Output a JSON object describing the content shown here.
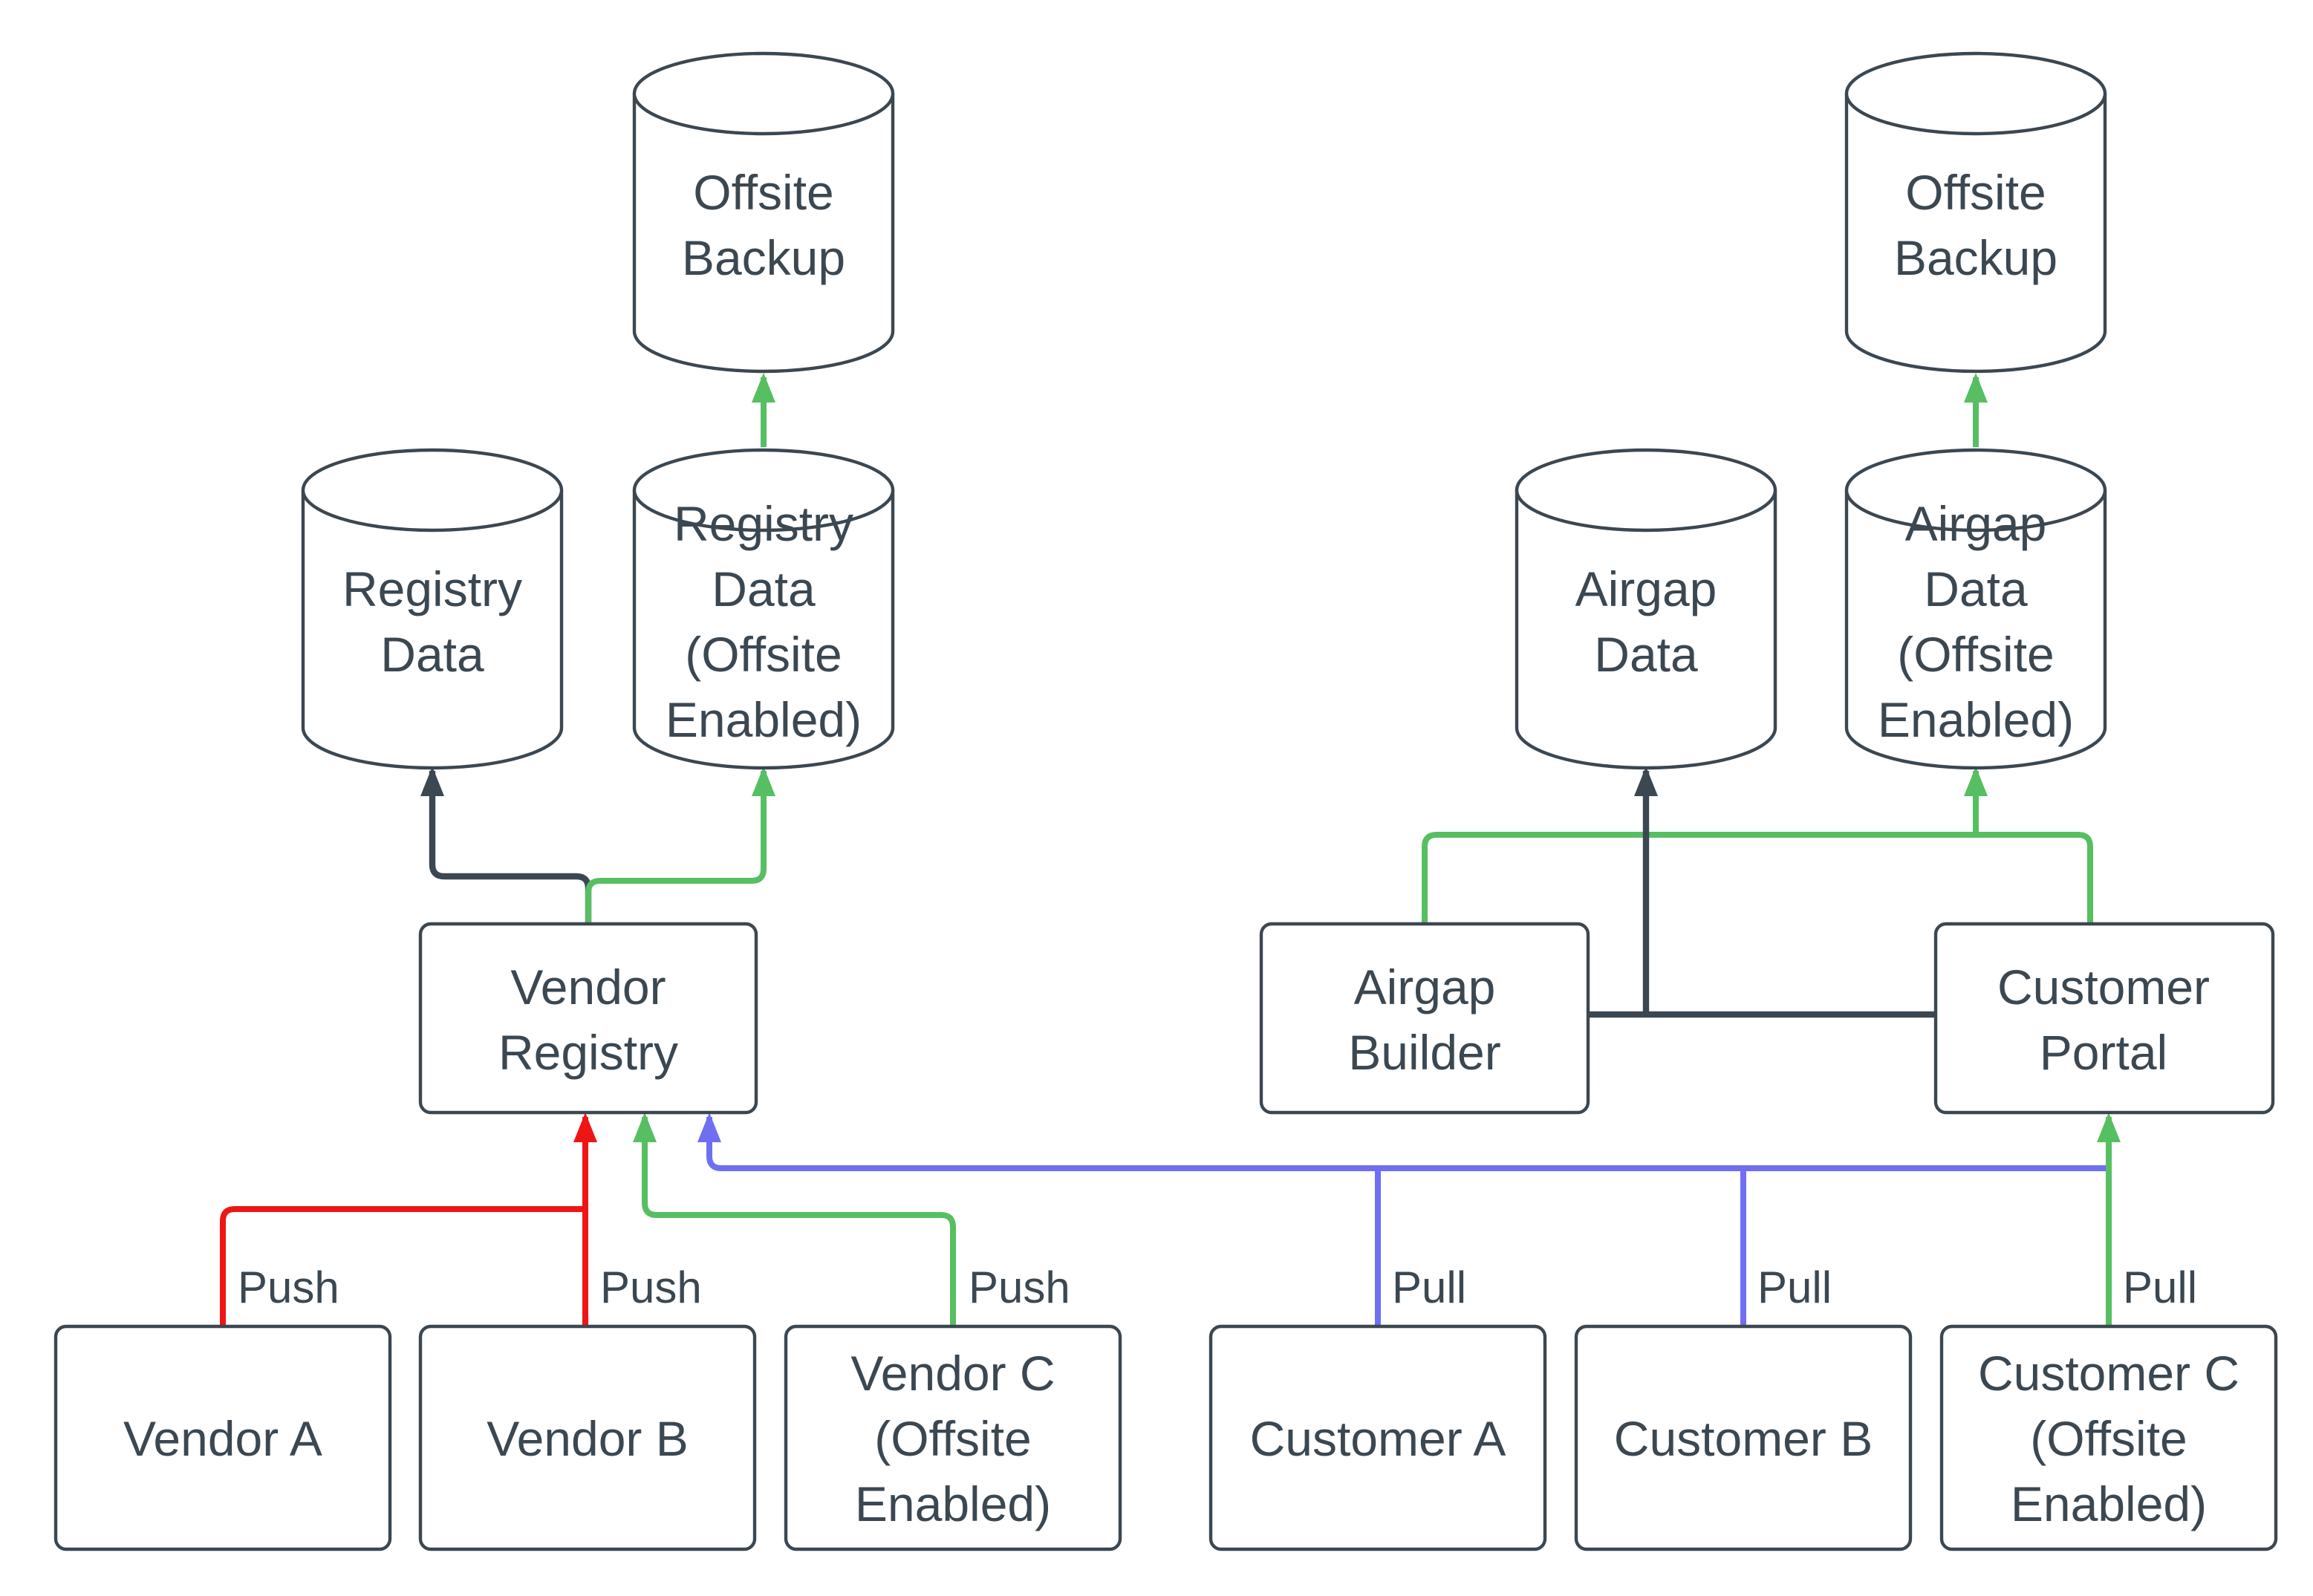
{
  "diagram": {
    "background": "#ffffff",
    "colors": {
      "node_stroke": "#3b4751",
      "node_text": "#3b4751",
      "dark_edge": "#3b4751",
      "red_edge": "#ee1515",
      "green_edge": "#56bf61",
      "blue_edge": "#6f6ff2"
    },
    "nodes": {
      "offsite_backup_left": {
        "type": "cylinder",
        "lines": [
          "Offsite",
          "Backup"
        ]
      },
      "offsite_backup_right": {
        "type": "cylinder",
        "lines": [
          "Offsite",
          "Backup"
        ]
      },
      "registry_data": {
        "type": "cylinder",
        "lines": [
          "Registry",
          "Data"
        ]
      },
      "registry_data_offsite": {
        "type": "cylinder",
        "lines": [
          "Registry",
          "Data",
          "(Offsite",
          "Enabled)"
        ]
      },
      "airgap_data": {
        "type": "cylinder",
        "lines": [
          "Airgap",
          "Data"
        ]
      },
      "airgap_data_offsite": {
        "type": "cylinder",
        "lines": [
          "Airgap",
          "Data",
          "(Offsite",
          "Enabled)"
        ]
      },
      "vendor_registry": {
        "type": "box",
        "lines": [
          "Vendor",
          "Registry"
        ]
      },
      "airgap_builder": {
        "type": "box",
        "lines": [
          "Airgap",
          "Builder"
        ]
      },
      "customer_portal": {
        "type": "box",
        "lines": [
          "Customer",
          "Portal"
        ]
      },
      "vendor_a": {
        "type": "box",
        "lines": [
          "Vendor A"
        ]
      },
      "vendor_b": {
        "type": "box",
        "lines": [
          "Vendor B"
        ]
      },
      "vendor_c": {
        "type": "box",
        "lines": [
          "Vendor C",
          "(Offsite",
          "Enabled)"
        ]
      },
      "customer_a": {
        "type": "box",
        "lines": [
          "Customer A"
        ]
      },
      "customer_b": {
        "type": "box",
        "lines": [
          "Customer B"
        ]
      },
      "customer_c": {
        "type": "box",
        "lines": [
          "Customer C",
          "(Offsite",
          "Enabled)"
        ]
      }
    },
    "edge_labels": {
      "vendor_a_push": "Push",
      "vendor_b_push": "Push",
      "vendor_c_push": "Push",
      "customer_a_pull": "Pull",
      "customer_b_pull": "Pull",
      "customer_c_pull": "Pull"
    },
    "edges": [
      {
        "from": "Vendor A",
        "to": "Vendor Registry",
        "color": "red",
        "label": "Push"
      },
      {
        "from": "Vendor B",
        "to": "Vendor Registry",
        "color": "red",
        "label": "Push"
      },
      {
        "from": "Vendor C (Offsite Enabled)",
        "to": "Vendor Registry",
        "color": "green",
        "label": "Push"
      },
      {
        "from": "Customer A",
        "to": "Vendor Registry",
        "color": "blue",
        "label": "Pull"
      },
      {
        "from": "Customer B",
        "to": "Vendor Registry",
        "color": "blue",
        "label": "Pull"
      },
      {
        "from": "Customer C (Offsite Enabled)",
        "to": "Customer Portal",
        "color": "green",
        "label": "Pull"
      },
      {
        "from": "Vendor Registry",
        "to": "Registry Data",
        "color": "dark"
      },
      {
        "from": "Vendor Registry",
        "to": "Registry Data (Offsite Enabled)",
        "color": "green"
      },
      {
        "from": "Registry Data (Offsite Enabled)",
        "to": "Offsite Backup",
        "color": "green"
      },
      {
        "from": "Airgap Builder",
        "to": "Airgap Data",
        "color": "dark"
      },
      {
        "from": "Customer Portal",
        "to": "Airgap Data",
        "color": "dark"
      },
      {
        "from": "Airgap Builder",
        "to": "Airgap Data (Offsite Enabled)",
        "color": "green"
      },
      {
        "from": "Customer Portal",
        "to": "Airgap Data (Offsite Enabled)",
        "color": "green"
      },
      {
        "from": "Airgap Data (Offsite Enabled)",
        "to": "Offsite Backup",
        "color": "green"
      }
    ]
  }
}
